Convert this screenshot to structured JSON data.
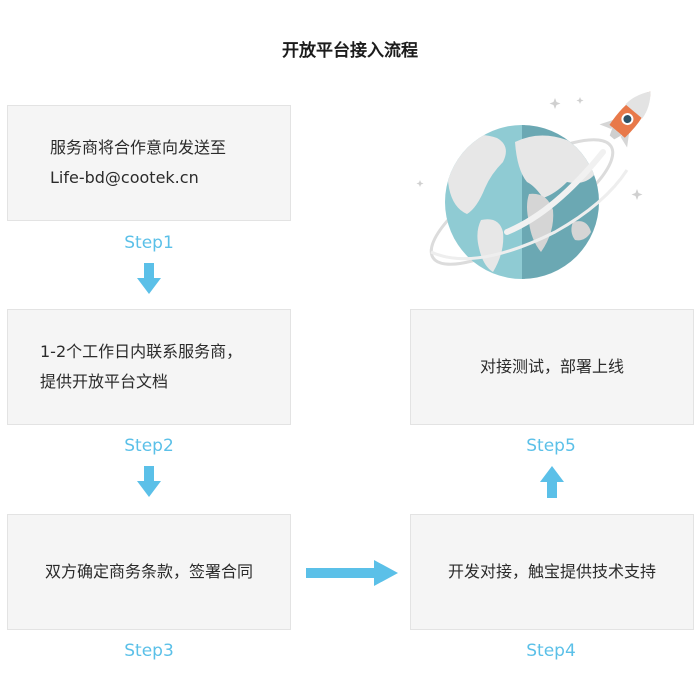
{
  "title": "开放平台接入流程",
  "steps": [
    {
      "label": "Step1",
      "lines": [
        "服务商将合作意向发送至",
        "Life-bd@cootek.cn"
      ]
    },
    {
      "label": "Step2",
      "lines": [
        "1-2个工作日内联系服务商，",
        "提供开放平台文档"
      ]
    },
    {
      "label": "Step3",
      "lines": [
        "双方确定商务条款，签署合同"
      ]
    },
    {
      "label": "Step4",
      "lines": [
        "开发对接，触宝提供技术支持"
      ]
    },
    {
      "label": "Step5",
      "lines": [
        "对接测试，部署上线"
      ]
    }
  ],
  "colors": {
    "step_text": "#5bc0e8",
    "arrow": "#5bc0e8",
    "box_bg": "#f5f5f5",
    "box_border": "#e3e3e3",
    "globe_ocean_light": "#8fcbd3",
    "globe_ocean_dark": "#6ba8b3",
    "rocket_body": "#e8794a"
  },
  "illustration": {
    "icon": "globe-rocket-icon"
  }
}
